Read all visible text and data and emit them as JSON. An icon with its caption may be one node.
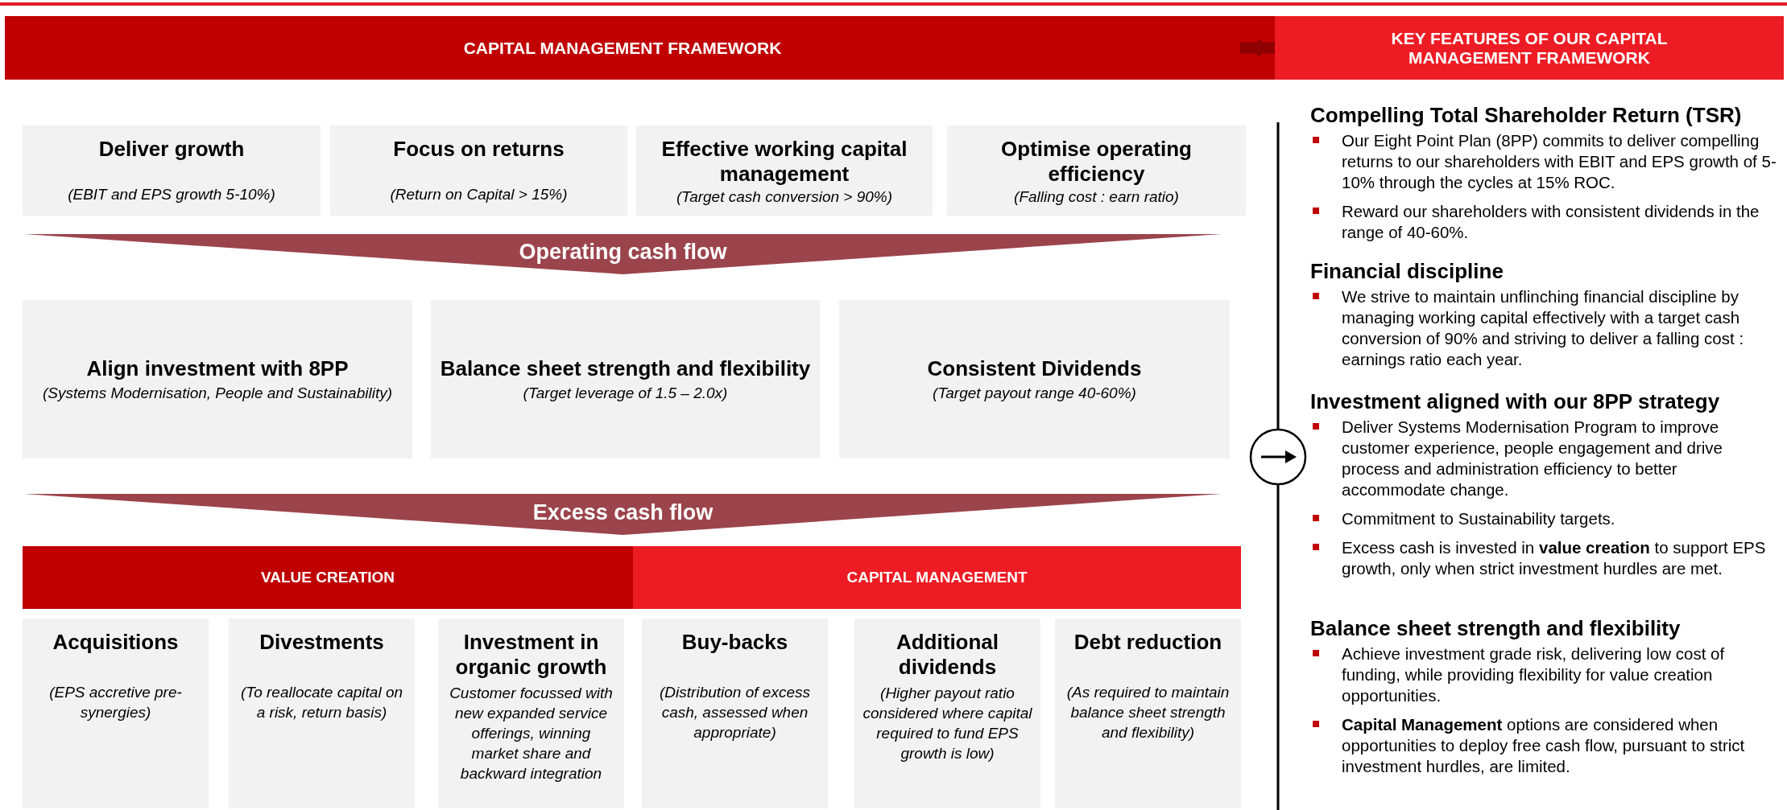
{
  "diagram": {
    "nodes": [
      {
        "text": [
          "CAPITAL MANAGEMENT FRAMEWORK"
        ]
      },
      {
        "text": [
          "KEY FEATURES OF OUR CAPITAL MANAGEMENT FRAMEWORK"
        ]
      },
      {
        "text": [
          "Deliver growth",
          "(EBIT and EPS growth 5-10%)"
        ]
      },
      {
        "text": [
          "Focus on returns",
          "(Return on Capital > 15%)"
        ]
      },
      {
        "text": [
          "Effective working capital management",
          "(Target cash conversion > 90%)"
        ]
      },
      {
        "text": [
          "Optimise operating efficiency",
          "(Falling cost : earn ratio)"
        ]
      },
      {
        "text": [
          "Operating cash flow"
        ]
      },
      {
        "text": [
          "Align investment with 8PP",
          "(Systems Modernisation, People and Sustainability)"
        ]
      },
      {
        "text": [
          "Balance sheet strength and flexibility",
          "(Target leverage of 1.5 – 2.0x)"
        ]
      },
      {
        "text": [
          "Consistent Dividends",
          "(Target payout range 40-60%)"
        ]
      },
      {
        "text": [
          "Excess cash flow"
        ]
      },
      {
        "text": [
          "VALUE CREATION"
        ]
      },
      {
        "text": [
          "CAPITAL MANAGEMENT"
        ]
      },
      {
        "text": [
          "Acquisitions",
          "(EPS accretive pre-synergies)"
        ]
      },
      {
        "text": [
          "Divestments",
          "(To reallocate capital on a risk, return basis)"
        ]
      },
      {
        "text": [
          "Investment in organic growth",
          "Customer focussed with new expanded service offerings, winning market share and backward integration"
        ]
      },
      {
        "text": [
          "Buy-backs",
          "(Distribution of excess cash, assessed when appropriate)"
        ]
      },
      {
        "text": [
          "Additional dividends",
          "(Higher payout ratio considered where capital required to fund EPS growth is low)"
        ]
      },
      {
        "text": [
          "Debt reduction",
          "(As required to maintain balance sheet strength and flexibility)"
        ]
      }
    ],
    "edges": [
      {
        "from": 0,
        "to": 1,
        "arrow": "to"
      }
    ],
    "labels": [
      "Compelling Total Shareholder Return (TSR)",
      "Our Eight Point Plan (8PP) commits to deliver compelling returns to our shareholders with EBIT and EPS growth of 5-10% through the cycles at 15% ROC.",
      "Reward our shareholders with consistent dividends in the range of 40-60%.",
      "Financial discipline",
      "We strive to maintain unflinching financial discipline by managing working capital effectively with a target cash conversion of 90% and striving to deliver a falling cost : earnings ratio each year.",
      "Investment aligned with our 8PP strategy",
      "Deliver Systems Modernisation Program to improve customer experience, people engagement and drive process and administration efficiency to better accommodate change.",
      "Commitment to Sustainability targets.",
      "Excess cash is invested in **value creation** to support EPS growth, only when strict investment hurdles are met.",
      "Balance sheet strength and flexibility",
      "Achieve investment grade risk, delivering low cost of funding, while providing flexibility for value creation opportunities.",
      "**Capital Management** options are considered when opportunities to deploy free cash flow, pursuant to strict investment hurdles, are limited."
    ]
  }
}
